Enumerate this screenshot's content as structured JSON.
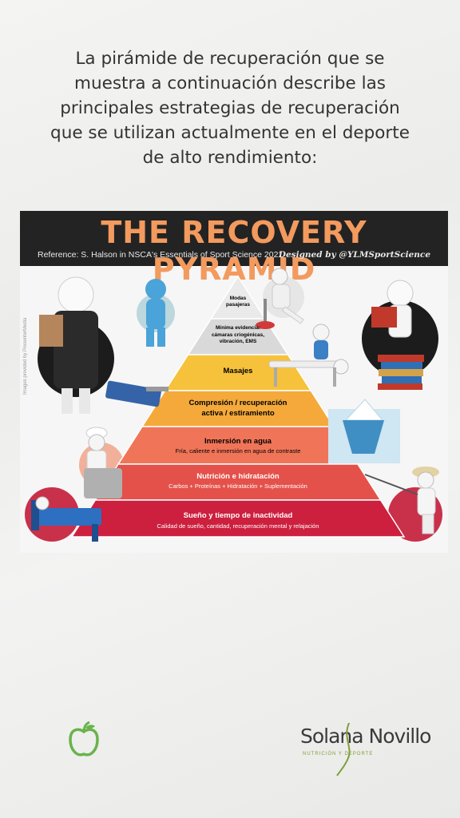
{
  "intro": {
    "lines": [
      "La pirámide de recuperación que se",
      "muestra a continuación describe las",
      "principales estrategias de recuperación",
      "que se utilizan actualmente en el deporte",
      "de alto rendimiento:"
    ]
  },
  "pyramid": {
    "title": "THE RECOVERY PYRAMID",
    "reference": "Reference:  S. Halson in NSCA's Essentials of Sport Science 2021",
    "designed_by": "Designed by @YLMSportScience",
    "credit": "Images provided by PresenterMedia",
    "levels": [
      {
        "title": "Modas",
        "title2": "pasajeras",
        "subtitle": ""
      },
      {
        "title": "Mínima evidencia:",
        "title2": "cámaras criogénicas,",
        "subtitle": "vibración, EMS"
      },
      {
        "title": "Masajes",
        "subtitle": ""
      },
      {
        "title": "Compresión / recuperación",
        "title2": "activa / estiramiento",
        "subtitle": ""
      },
      {
        "title": "Inmersión en agua",
        "subtitle": "Fría, caliente e inmersión en agua de contraste"
      },
      {
        "title": "Nutrición e hidratación",
        "subtitle": "Carbos + Proteínas + Hidratación + Suplementación"
      },
      {
        "title": "Sueño y tiempo de inactividad",
        "subtitle": "Calidad de sueño, cantidad, recuperación mental y relajación"
      }
    ],
    "colors": [
      "#eaeaea",
      "#d9d9d9",
      "#f6c23c",
      "#f4a93a",
      "#f07558",
      "#e4514a",
      "#cd1f3e"
    ],
    "illustrations": [
      "evidence-figure-icon",
      "thinking-figure-icon",
      "weights-figure-icon",
      "massage-figure-icon",
      "nscs-sign-icon",
      "reading-books-icon",
      "chef-figure-icon",
      "iceberg-icon",
      "sleeping-bed-icon",
      "fishing-figure-icon"
    ]
  },
  "footer": {
    "brand_name": "Solana Novillo",
    "brand_sub": "NUTRICIÓN Y DEPORTE",
    "apple_color": "#69b34c"
  }
}
